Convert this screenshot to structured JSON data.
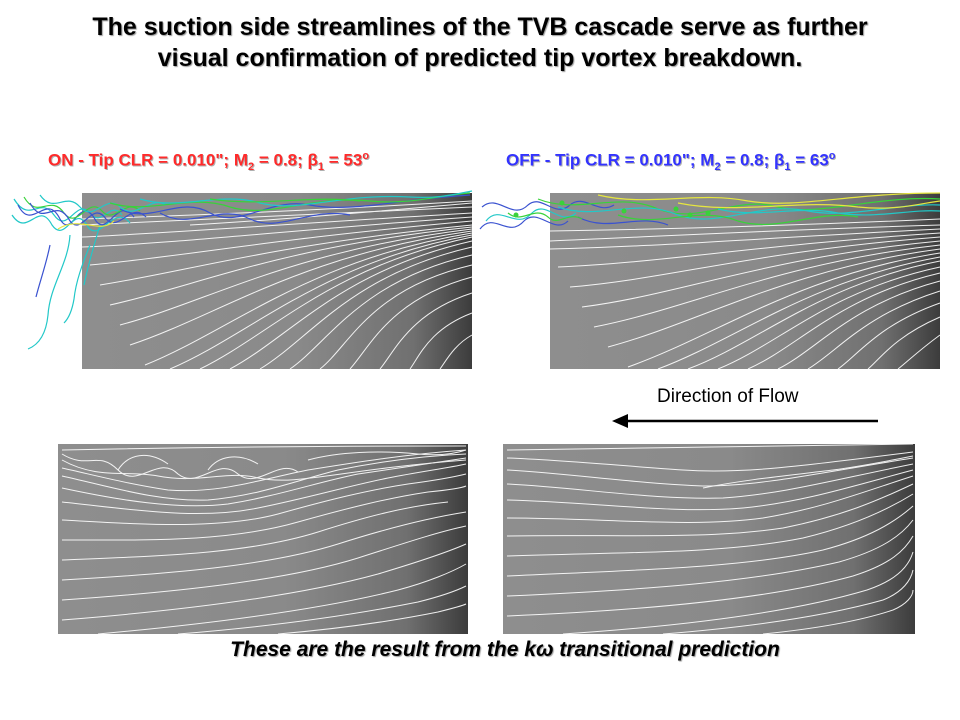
{
  "title": {
    "line1": "The suction side streamlines of the TVB cascade serve as further",
    "line2": "visual confirmation of predicted tip vortex breakdown."
  },
  "panel_labels": {
    "on": {
      "prefix": "ON - Tip CLR = 0.010\"; M",
      "m_sub": "2",
      "mid": " = 0.8; ",
      "beta": "β",
      "b_sub": "1",
      "suffix": " = 53",
      "deg": "o",
      "color": "#ff2a2a"
    },
    "off": {
      "prefix": "OFF - Tip CLR = 0.010\"; M",
      "m_sub": "2",
      "mid": " = 0.8; ",
      "beta": "β",
      "b_sub": "1",
      "suffix": " = 63",
      "deg": "o",
      "color": "#3333ff"
    }
  },
  "flow_direction": {
    "label": "Direction of Flow"
  },
  "footer": {
    "prefix": "These are the result from the k",
    "omega": "ω",
    "suffix": " transitional prediction"
  },
  "colors": {
    "surface_light": "#8e8e8e",
    "surface_dark": "#3c3c3c",
    "streamline": "#ffffff",
    "vortex_teal": "#22c8c8",
    "vortex_blue": "#3a52d0",
    "vortex_green": "#39d23a",
    "vortex_yellow": "#e6e640"
  }
}
